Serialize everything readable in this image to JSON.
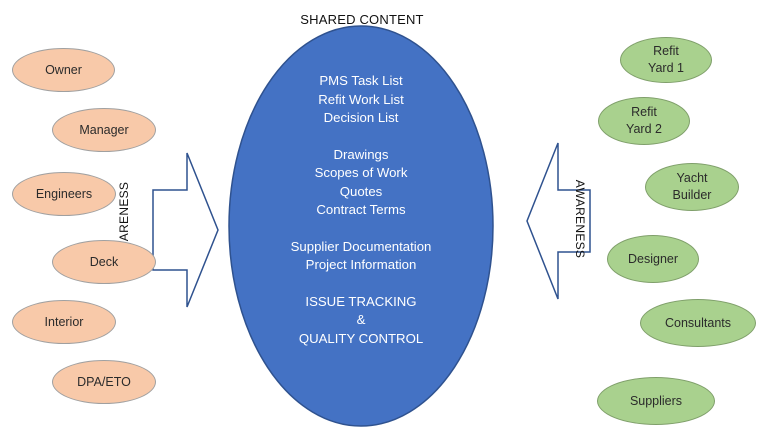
{
  "diagram": {
    "title": "SHARED CONTENT",
    "awareness_left": "AWARENESS",
    "awareness_right": "AWARENESS",
    "center_groups": [
      [
        "PMS Task List",
        "Refit Work List",
        "Decision List"
      ],
      [
        "Drawings",
        "Scopes of Work",
        "Quotes",
        "Contract Terms"
      ],
      [
        "Supplier Documentation",
        "Project Information"
      ],
      [
        "ISSUE TRACKING",
        "&",
        "QUALITY CONTROL"
      ]
    ],
    "left_stakeholders": [
      "Owner",
      "Manager",
      "Engineers",
      "Deck",
      "Interior",
      "DPA/ETO"
    ],
    "right_stakeholders": [
      [
        "Refit",
        "Yard 1"
      ],
      [
        "Refit",
        "Yard 2"
      ],
      [
        "Yacht",
        "Builder"
      ],
      [
        "Designer"
      ],
      [
        "Consultants"
      ],
      [
        "Suppliers"
      ]
    ],
    "colors": {
      "center_fill": "#4472c4",
      "center_stroke": "#2f528f",
      "left_fill": "#f8c9a9",
      "right_fill": "#a9d18e",
      "arrow_stroke": "#2f528f"
    }
  }
}
